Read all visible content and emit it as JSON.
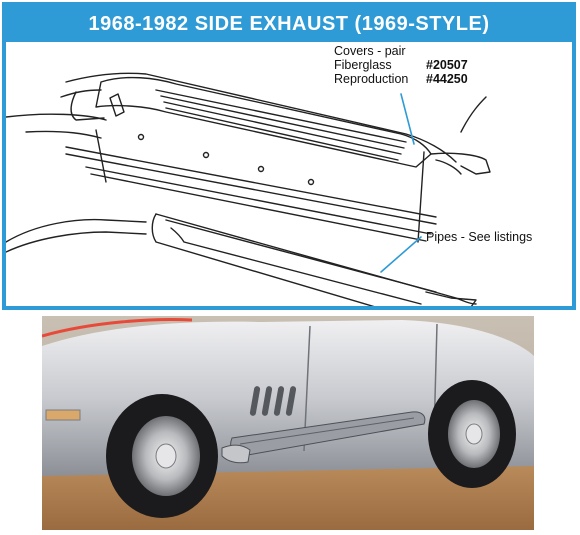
{
  "header": {
    "title": "1968-1982 SIDE EXHAUST (1969-STYLE)"
  },
  "callouts": {
    "covers": {
      "line1": "Covers - pair",
      "fiberglass_label": "Fiberglass",
      "fiberglass_part": "#20507",
      "reproduction_label": "Reproduction",
      "reproduction_part": "#44250"
    },
    "pipes": {
      "label": "Pipes - See listings"
    }
  },
  "colors": {
    "accent": "#2f9bd6"
  }
}
